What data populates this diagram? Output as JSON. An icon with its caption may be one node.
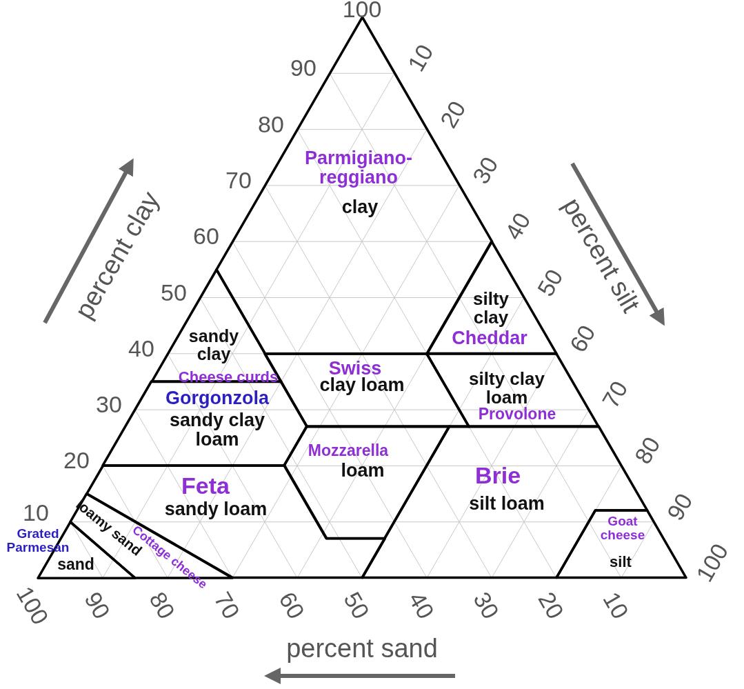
{
  "diagram": {
    "nodes": [
      {
        "text": [
          "Parmigiano-reggiano",
          "clay"
        ]
      },
      {
        "text": [
          "sandy clay",
          "Cheese curds"
        ]
      },
      {
        "text": [
          "silty clay",
          "Cheddar"
        ]
      },
      {
        "text": [
          "Swiss",
          "clay loam"
        ]
      },
      {
        "text": [
          "silty clay loam",
          "Provolone"
        ]
      },
      {
        "text": [
          "Gorgonzola",
          "sandy clay loam"
        ]
      },
      {
        "text": [
          "Mozzarella",
          "loam"
        ]
      },
      {
        "text": [
          "Feta",
          "sandy loam"
        ]
      },
      {
        "text": [
          "Brie",
          "silt loam"
        ]
      },
      {
        "text": [
          "Goat cheese",
          "silt"
        ]
      },
      {
        "text": [
          "Cottage cheese",
          "loamy sand"
        ]
      },
      {
        "text": [
          "Grated Parmesan",
          "sand"
        ]
      }
    ],
    "labels": [
      "100",
      "90",
      "80",
      "70",
      "60",
      "50",
      "40",
      "30",
      "20",
      "10",
      "10",
      "20",
      "30",
      "40",
      "50",
      "60",
      "70",
      "80",
      "90",
      "100",
      "100",
      "90",
      "80",
      "70",
      "60",
      "50",
      "40",
      "30",
      "20",
      "10",
      "percent clay",
      "percent silt",
      "percent sand"
    ]
  }
}
